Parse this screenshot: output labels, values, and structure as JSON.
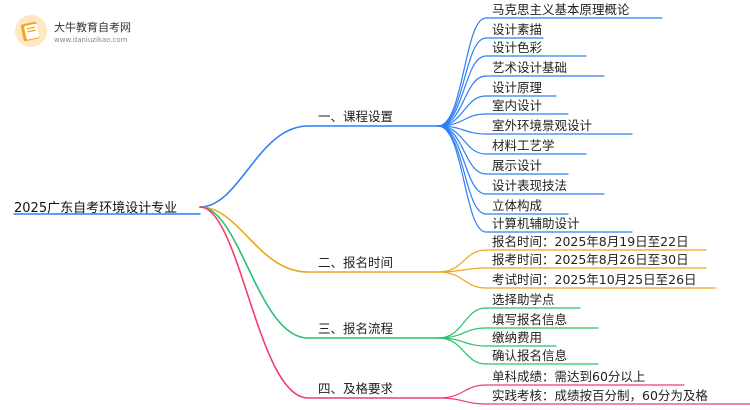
{
  "brand": {
    "name": "大牛教育自考网",
    "url": "www.daniuzikao.com",
    "icon": "book-logo-icon"
  },
  "root": "2025广东自考环境设计专业",
  "colors": {
    "branch1": "#2f7ff3",
    "branch2": "#f0a51a",
    "branch3": "#27c26b",
    "branch4": "#ee3f6a"
  },
  "branches": [
    {
      "label": "一、课程设置",
      "leaves": [
        "马克思主义基本原理概论",
        "设计素描",
        "设计色彩",
        "艺术设计基础",
        "设计原理",
        "室内设计",
        "室外环境景观设计",
        "材料工艺学",
        "展示设计",
        "设计表现技法",
        "立体构成",
        "计算机辅助设计"
      ]
    },
    {
      "label": "二、报名时间",
      "leaves": [
        "报名时间：2025年8月19日至22日",
        "报考时间：2025年8月26日至30日",
        "考试时间：2025年10月25日至26日"
      ]
    },
    {
      "label": "三、报名流程",
      "leaves": [
        "选择助学点",
        "填写报名信息",
        "缴纳费用",
        "确认报名信息"
      ]
    },
    {
      "label": "四、及格要求",
      "leaves": [
        "单科成绩：需达到60分以上",
        "实践考核：成绩按百分制，60分为及格"
      ]
    }
  ]
}
